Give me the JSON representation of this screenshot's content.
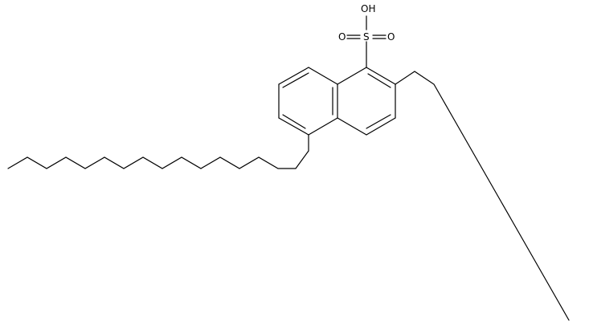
{
  "diagram": {
    "type": "skeletal-structure",
    "atoms": {
      "hydroxyl": "OH",
      "sulfur": "S",
      "oxygen_left": "O",
      "oxygen_right": "O"
    },
    "colors": {
      "bond": "#000000",
      "background": "#ffffff"
    }
  }
}
